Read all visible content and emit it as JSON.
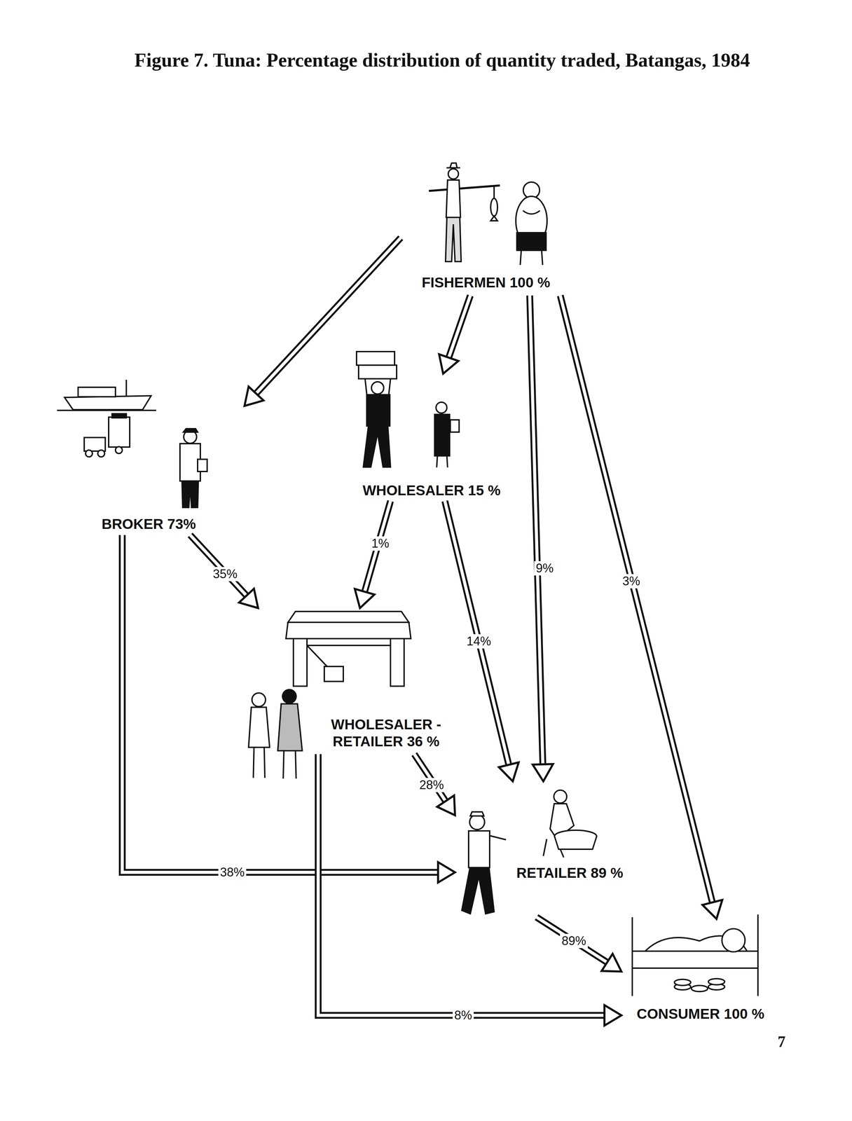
{
  "diagram": {
    "title": "Figure 7. Tuna: Percentage distribution of quantity traded, Batangas, 1984",
    "nodes": [
      {
        "text": [
          "FISHERMEN 100 %"
        ]
      },
      {
        "text": [
          "WHOLESALER 15 %"
        ]
      },
      {
        "text": [
          "BROKER 73%"
        ]
      },
      {
        "text": [
          "WHOLESALER - RETAILER 36 %"
        ]
      },
      {
        "text": [
          "RETAILER 89 %"
        ]
      },
      {
        "text": [
          "CONSUMER 100 %"
        ]
      }
    ],
    "edges": [
      {
        "from": 0,
        "to": 2,
        "arrow": "to"
      },
      {
        "from": 0,
        "to": 1,
        "arrow": "to"
      },
      {
        "from": 0,
        "to": 4,
        "label": "9%",
        "arrow": "to"
      },
      {
        "from": 0,
        "to": 5,
        "label": "3%",
        "arrow": "to"
      },
      {
        "from": 2,
        "to": 3,
        "label": "35%",
        "arrow": "to"
      },
      {
        "from": 2,
        "to": 4,
        "label": "38%",
        "arrow": "to"
      },
      {
        "from": 1,
        "to": 3,
        "label": "1%",
        "arrow": "to"
      },
      {
        "from": 1,
        "to": 4,
        "label": "14%",
        "arrow": "to"
      },
      {
        "from": 3,
        "to": 4,
        "label": "28%",
        "arrow": "to"
      },
      {
        "from": 3,
        "to": 5,
        "label": "8%",
        "arrow": "to"
      },
      {
        "from": 4,
        "to": 5,
        "label": "89%",
        "arrow": "to"
      }
    ],
    "labels": [
      "7"
    ]
  }
}
